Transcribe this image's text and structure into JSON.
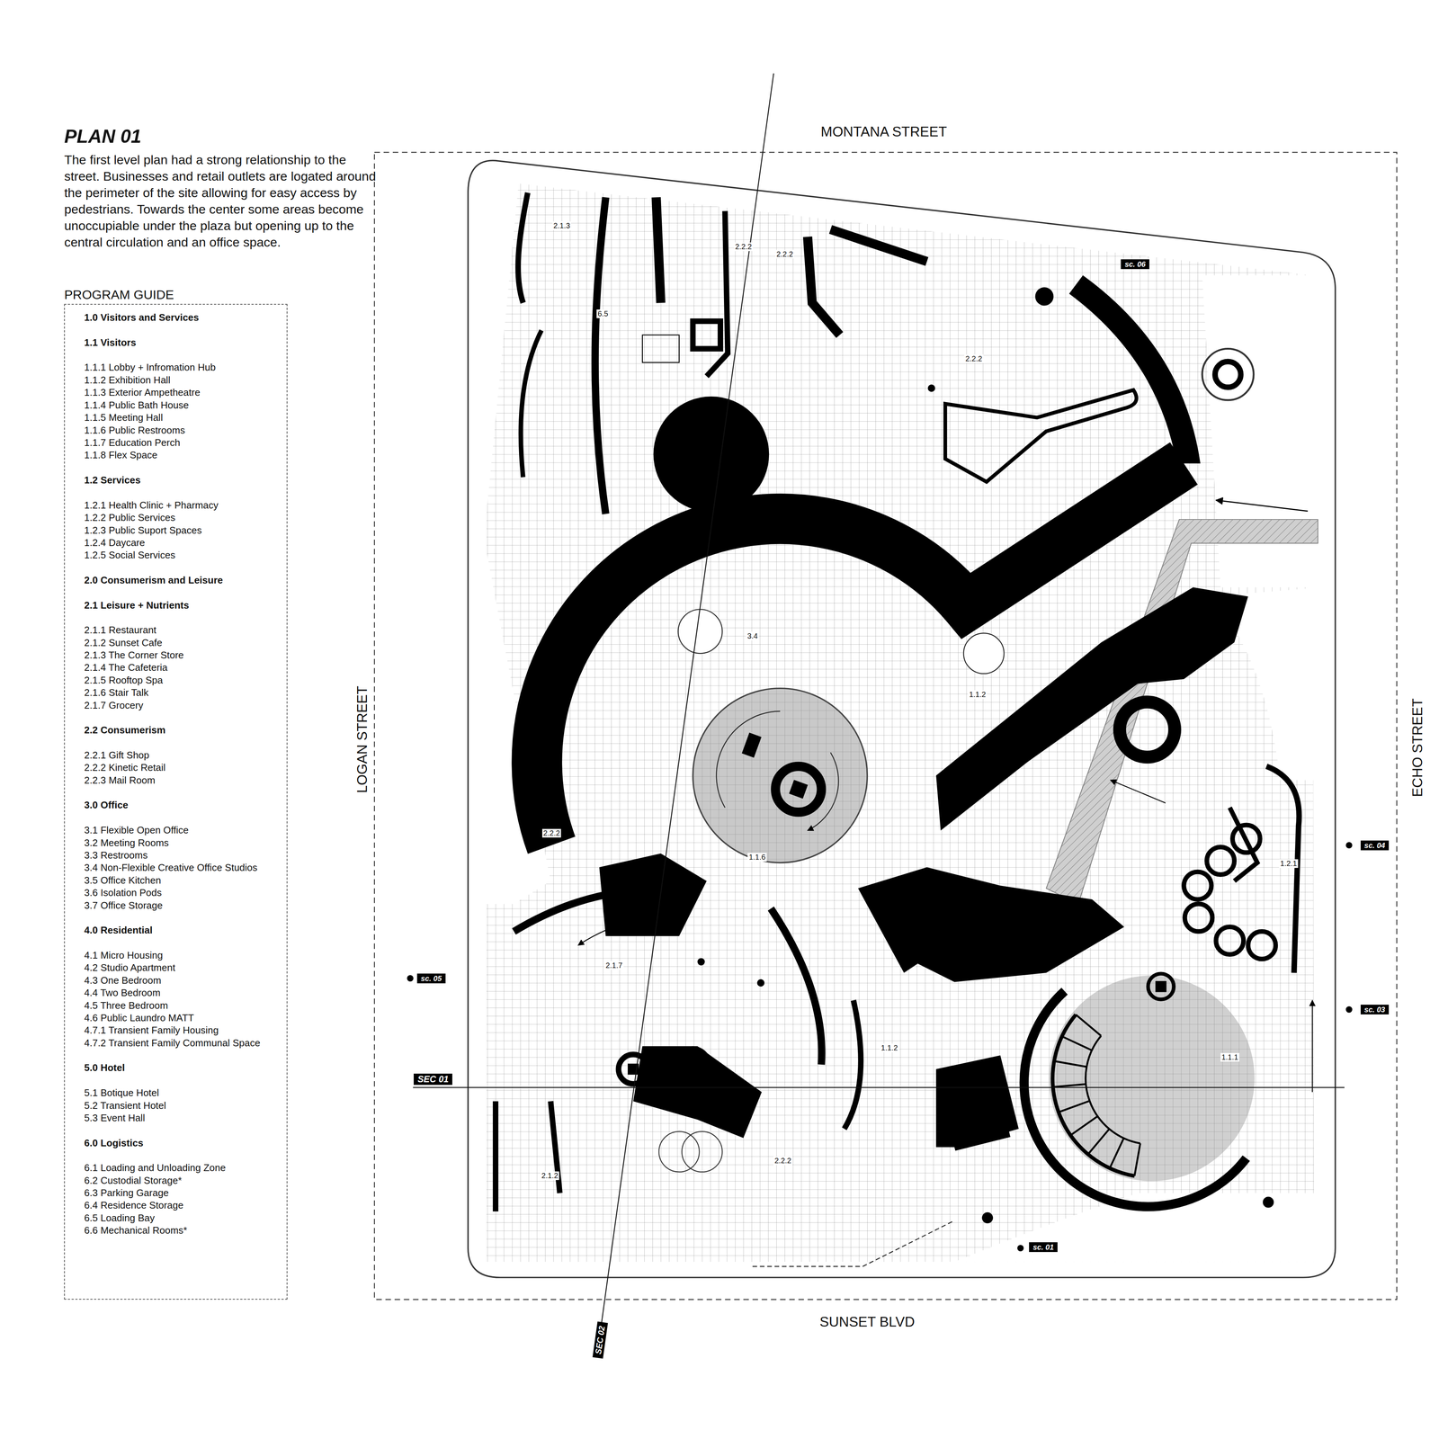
{
  "diagram": {
    "title": "PLAN 01",
    "caption": "The first level plan had a strong relationship to the street. Businesses and retail outlets are logated around the perimeter of the site allowing for easy access by pedestrians. Towards the center some areas become unoccupiable under the plaza but opening up to the central circulation and an office space.",
    "nodes": [
      {
        "text": [
          "PROGRAM GUIDE",
          "1.0 Visitors and Services",
          "1.1 Visitors",
          "1.1.1 Lobby + Infromation Hub",
          "1.1.2 Exhibition Hall",
          "1.1.3 Exterior Ampetheatre",
          "1.1.4 Public Bath House",
          "1.1.5 Meeting Hall",
          "1.1.6 Public Restrooms",
          "1.1.7 Education Perch",
          "1.1.8 Flex Space",
          "1.2 Services",
          "1.2.1 Health Clinic + Pharmacy",
          "1.2.2 Public Services",
          "1.2.3 Public Suport Spaces",
          "1.2.4 Daycare",
          "1.2.5 Social Services",
          "2.0  Consumerism and Leisure",
          "2.1 Leisure + Nutrients",
          "2.1.1 Restaurant",
          "2.1.2 Sunset Cafe",
          "2.1.3 The Corner Store",
          "2.1.4 The Cafeteria",
          "2.1.5 Rooftop Spa",
          "2.1.6 Stair Talk",
          "2.1.7 Grocery",
          "2.2 Consumerism",
          "2.2.1 Gift Shop",
          "2.2.2 Kinetic Retail",
          "2.2.3 Mail Room",
          "3.0 Office",
          "3.1 Flexible Open Office",
          "3.2 Meeting Rooms",
          "3.3 Restrooms",
          "3.4 Non-Flexible Creative Office Studios",
          "3.5 Office Kitchen",
          "3.6 Isolation Pods",
          "3.7 Office Storage",
          "4.0 Residential",
          "4.1 Micro Housing",
          "4.2 Studio Apartment",
          "4.3 One Bedroom",
          "4.4 Two Bedroom",
          "4.5 Three Bedroom",
          "4.6 Public Laundro MATT",
          "4.7.1 Transient Family Housing",
          "4.7.2 Transient Family Communal Space",
          "5.0 Hotel",
          "5.1 Botique Hotel",
          "5.2 Transient Hotel",
          "5.3 Event Hall",
          "6.0 Logistics",
          "6.1 Loading and Unloading Zone",
          "6.2 Custodial Storage*",
          "6.3 Parking Garage",
          "6.4 Residence Storage",
          "6.5 Loading Bay",
          "6.6 Mechanical Rooms*"
        ]
      },
      {
        "text": [
          "sc. 06"
        ]
      },
      {
        "text": [
          "sc. 04"
        ]
      },
      {
        "text": [
          "sc. 05"
        ]
      },
      {
        "text": [
          "sc. 03"
        ]
      },
      {
        "text": [
          "SEC 01"
        ]
      },
      {
        "text": [
          "sc. 01"
        ]
      },
      {
        "text": [
          "SEC 02"
        ]
      }
    ],
    "labels": [
      "MONTANA STREET",
      "2.1.3",
      "2.2.2",
      "2.2.2",
      "6.5",
      "2.2.2",
      "3.4",
      "1.1.2",
      "LOGAN STREET",
      "ECHO STREET",
      "2.2.2",
      "1.1.6",
      "1.2.1",
      "2.1.7",
      "1.1.2",
      "1.1.1",
      "2.2.2",
      "2.1.2",
      "SUNSET BLVD"
    ]
  }
}
